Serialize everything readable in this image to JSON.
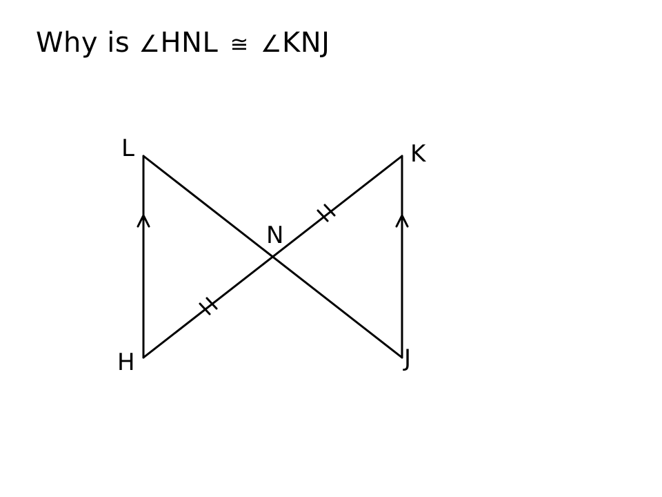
{
  "question": {
    "prefix": "Why is",
    "angle_symbol": "∠",
    "angle1": "HNL",
    "congruent_symbol": "≅",
    "angle2": "KNJ"
  },
  "points": {
    "L": "L",
    "K": "K",
    "N": "N",
    "H": "H",
    "J": "J"
  },
  "colors": {
    "ink": "#000000",
    "background": "#ffffff"
  }
}
